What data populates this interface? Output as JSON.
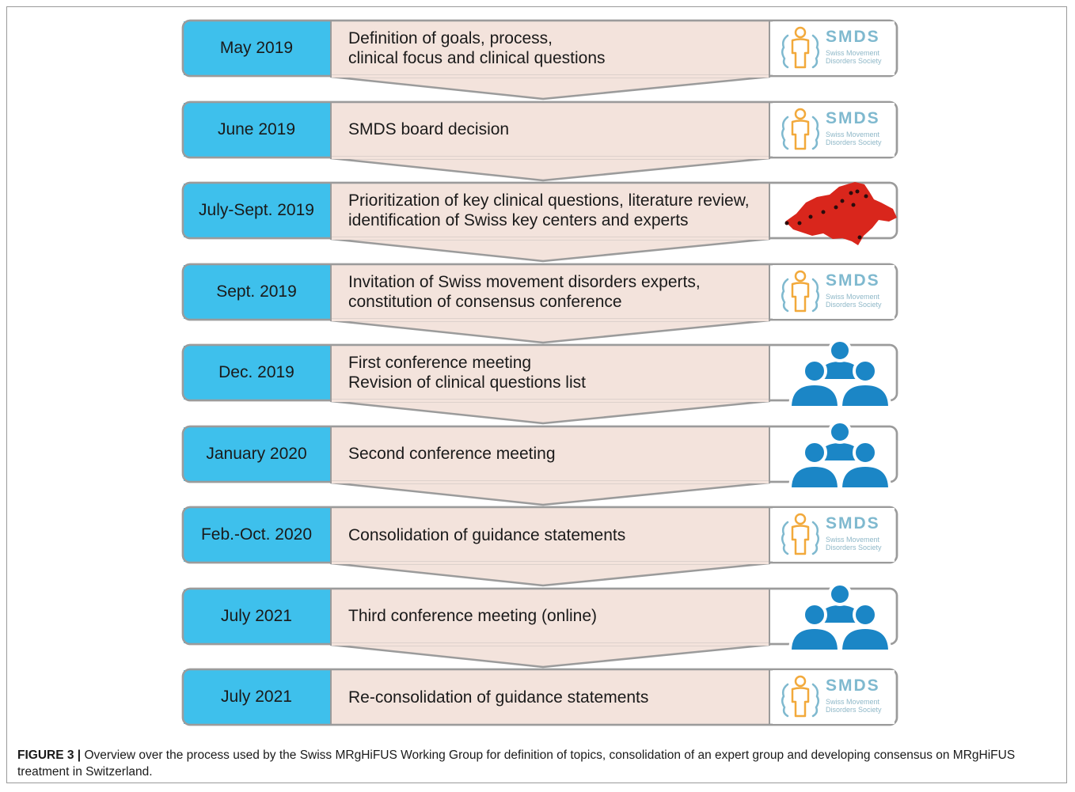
{
  "steps": [
    {
      "date": "May 2019",
      "lines": [
        "Definition of goals, process,",
        "clinical focus and clinical questions"
      ],
      "icon": "smds-logo"
    },
    {
      "date": "June 2019",
      "lines": [
        "SMDS board decision",
        ""
      ],
      "icon": "smds-logo"
    },
    {
      "date": "July-Sept. 2019",
      "lines": [
        "Prioritization of key clinical questions, literature review,",
        "identification of Swiss key centers and experts"
      ],
      "icon": "switzerland-map"
    },
    {
      "date": "Sept. 2019",
      "lines": [
        "Invitation of Swiss movement disorders experts,",
        "constitution of consensus conference"
      ],
      "icon": "smds-logo"
    },
    {
      "date": "Dec. 2019",
      "lines": [
        "First conference meeting",
        "Revision of clinical questions list"
      ],
      "icon": "group-icon"
    },
    {
      "date": "January 2020",
      "lines": [
        "Second conference meeting",
        ""
      ],
      "icon": "group-icon"
    },
    {
      "date": "Feb.-Oct. 2020",
      "lines": [
        "Consolidation of guidance statements",
        ""
      ],
      "icon": "smds-logo"
    },
    {
      "date": "July 2021",
      "lines": [
        "Third conference meeting (online)",
        ""
      ],
      "icon": "group-icon"
    },
    {
      "date": "July 2021",
      "lines": [
        "Re-consolidation of guidance statements",
        ""
      ],
      "icon": "smds-logo"
    }
  ],
  "logo": {
    "name": "SMDS",
    "subtitle_line1": "Swiss Movement",
    "subtitle_line2": "Disorders Society"
  },
  "caption": {
    "label": "FIGURE 3 |",
    "text": " Overview over the process used by the Swiss MRgHiFUS Working Group for definition of topics, consolidation of an expert group and developing consensus on MRgHiFUS treatment in Switzerland."
  },
  "colors": {
    "date_box": "#3ec0ec",
    "text_box": "#f3e3dc",
    "outline": "#9b9b9b",
    "logo_figure_blue": "#7fb9cf",
    "logo_figure_orange": "#f2a93b",
    "people_icon": "#1b86c6",
    "map_red": "#d9261c"
  }
}
